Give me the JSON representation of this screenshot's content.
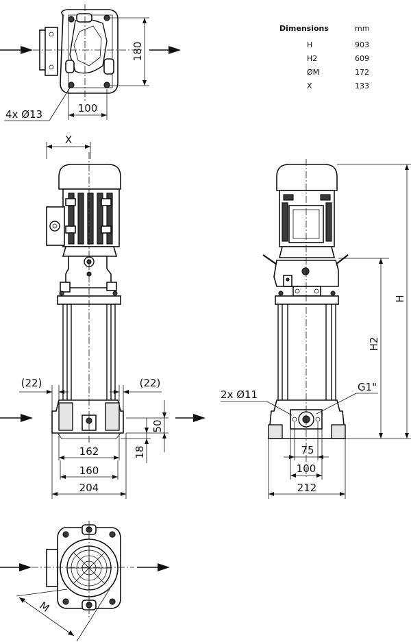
{
  "table": {
    "title": "Dimensions",
    "unit": "mm",
    "rows": [
      {
        "key": "H",
        "value": "903"
      },
      {
        "key": "H2",
        "value": "609"
      },
      {
        "key": "ØM",
        "value": "172"
      },
      {
        "key": "X",
        "value": "133"
      }
    ]
  },
  "labels": {
    "top_bolt": "4x Ø13",
    "top_180": "180",
    "top_100": "100",
    "front_x": "X",
    "front_22_left": "(22)",
    "front_22_right": "(22)",
    "front_162": "162",
    "front_160": "160",
    "front_204": "204",
    "front_50": "50",
    "front_18": "18",
    "side_h": "H",
    "side_h2": "H2",
    "side_2x11": "2x Ø11",
    "side_g1": "G1\"",
    "side_75": "75",
    "side_100": "100",
    "side_212": "212",
    "bottom_m": "M"
  }
}
